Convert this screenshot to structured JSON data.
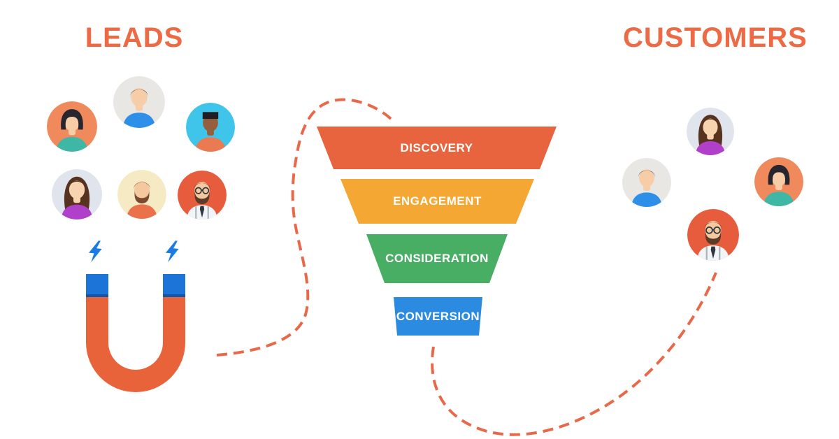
{
  "titles": {
    "leads": "LEADS",
    "customers": "CUSTOMERS",
    "color": "#ED6A45"
  },
  "funnel": {
    "stages": [
      {
        "label": "DISCOVERY",
        "color": "#E8643E"
      },
      {
        "label": "ENGAGEMENT",
        "color": "#F5A733"
      },
      {
        "label": "CONSIDERATION",
        "color": "#47AE64"
      },
      {
        "label": "CONVERSION",
        "color": "#2B8BE0"
      }
    ],
    "label_color": "#FFFFFF"
  },
  "magnet": {
    "body_color": "#E8623A",
    "tip_color": "#1C73D8",
    "tip_edge_color": "#1256A8",
    "bolt_color": "#1C7BE0"
  },
  "connectors": {
    "color": "#E8684A",
    "style": "dashed"
  },
  "avatars": {
    "leads": [
      {
        "name": "woman-bob-teal",
        "variant": "bob",
        "bg": "#F0895B",
        "skin": "#F6CDA6",
        "hair": "#27262E",
        "shirt": "#3EB8A5"
      },
      {
        "name": "man-short-blue",
        "variant": "short",
        "bg": "#E9E7E3",
        "skin": "#F6CDA6",
        "hair": "#47454A",
        "shirt": "#2D8FE8"
      },
      {
        "name": "man-flattop-cyan",
        "variant": "flattop",
        "bg": "#3FC5EA",
        "skin": "#955F3D",
        "hair": "#1F1E24",
        "shirt": "#EA7A52"
      },
      {
        "name": "woman-long-purple",
        "variant": "long",
        "bg": "#DFE4ED",
        "skin": "#F7D3B0",
        "hair": "#56321F",
        "shirt": "#B040C9"
      },
      {
        "name": "man-beard-cream",
        "variant": "beard",
        "bg": "#F6EAC5",
        "skin": "#F4C9A0",
        "hair": "#7C4A30",
        "shirt": "#EA7149"
      },
      {
        "name": "man-glasses-tie",
        "variant": "glasses",
        "bg": "#E85C3E",
        "skin": "#F4C9A0",
        "hair": "#5C3B28",
        "shirt": "#F2F5F7"
      }
    ],
    "customers": [
      {
        "name": "woman-long-purple",
        "variant": "long",
        "bg": "#DFE4ED",
        "skin": "#F7D3B0",
        "hair": "#56321F",
        "shirt": "#B040C9"
      },
      {
        "name": "man-short-blue",
        "variant": "short",
        "bg": "#E9E7E3",
        "skin": "#F6CDA6",
        "hair": "#47454A",
        "shirt": "#2D8FE8"
      },
      {
        "name": "woman-bob-teal",
        "variant": "bob",
        "bg": "#F0895B",
        "skin": "#F6CDA6",
        "hair": "#27262E",
        "shirt": "#3EB8A5"
      },
      {
        "name": "man-glasses-tie",
        "variant": "glasses",
        "bg": "#E85C3E",
        "skin": "#F4C9A0",
        "hair": "#5C3B28",
        "shirt": "#F2F5F7"
      }
    ]
  }
}
